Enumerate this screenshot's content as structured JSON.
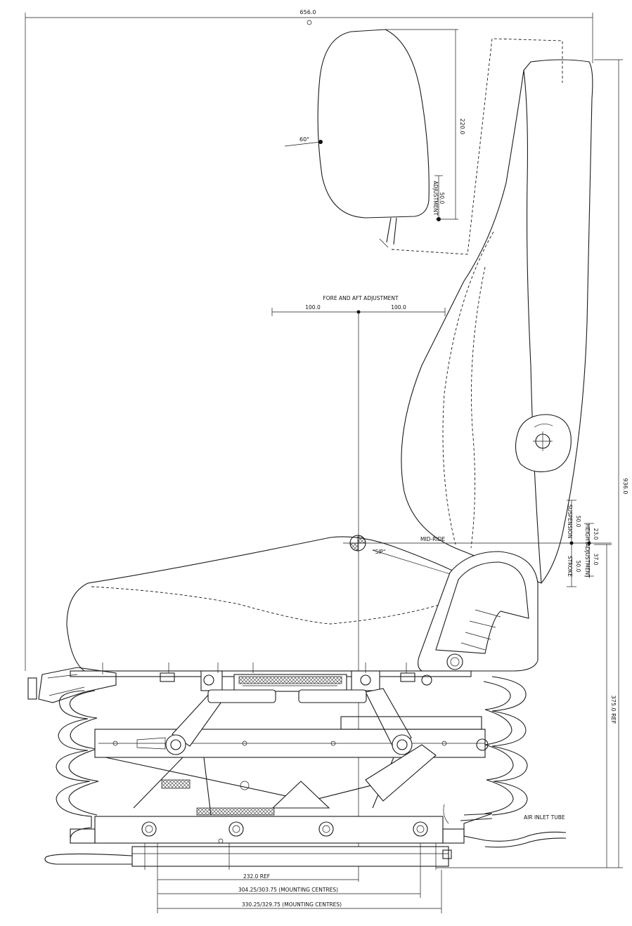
{
  "dimensions": {
    "overall_width": "656.0",
    "overall_height": "936.0",
    "headrest_height": "220.0",
    "headrest_adjustment_value": "50.0",
    "headrest_adjustment_label": "ADJUSTMENT",
    "headrest_angle": "60°",
    "fore_aft_label": "FORE AND AFT ADJUSTMENT",
    "fore_aft_left": "100.0",
    "fore_aft_right": "100.0",
    "mid_ride_label": "MID-RIDE",
    "sip_label": "\"SIP\"",
    "suspension_value": "50.0",
    "suspension_label": "SUSPENSION",
    "stroke_value": "50.0",
    "stroke_label": "STROKE",
    "height_value_top": "23.0",
    "height_label": "HEIGHT",
    "height_value_bottom": "37.0",
    "height_adjustment_label": "ADJUSTMENT",
    "base_height": "375.0 REF",
    "air_inlet_label": "AIR INLET TUBE",
    "ref_232": "232.0 REF",
    "mounting_centres_1": "304.25/303.75 (MOUNTING CENTRES)",
    "mounting_centres_2": "330.25/329.75 (MOUNTING CENTRES)"
  }
}
